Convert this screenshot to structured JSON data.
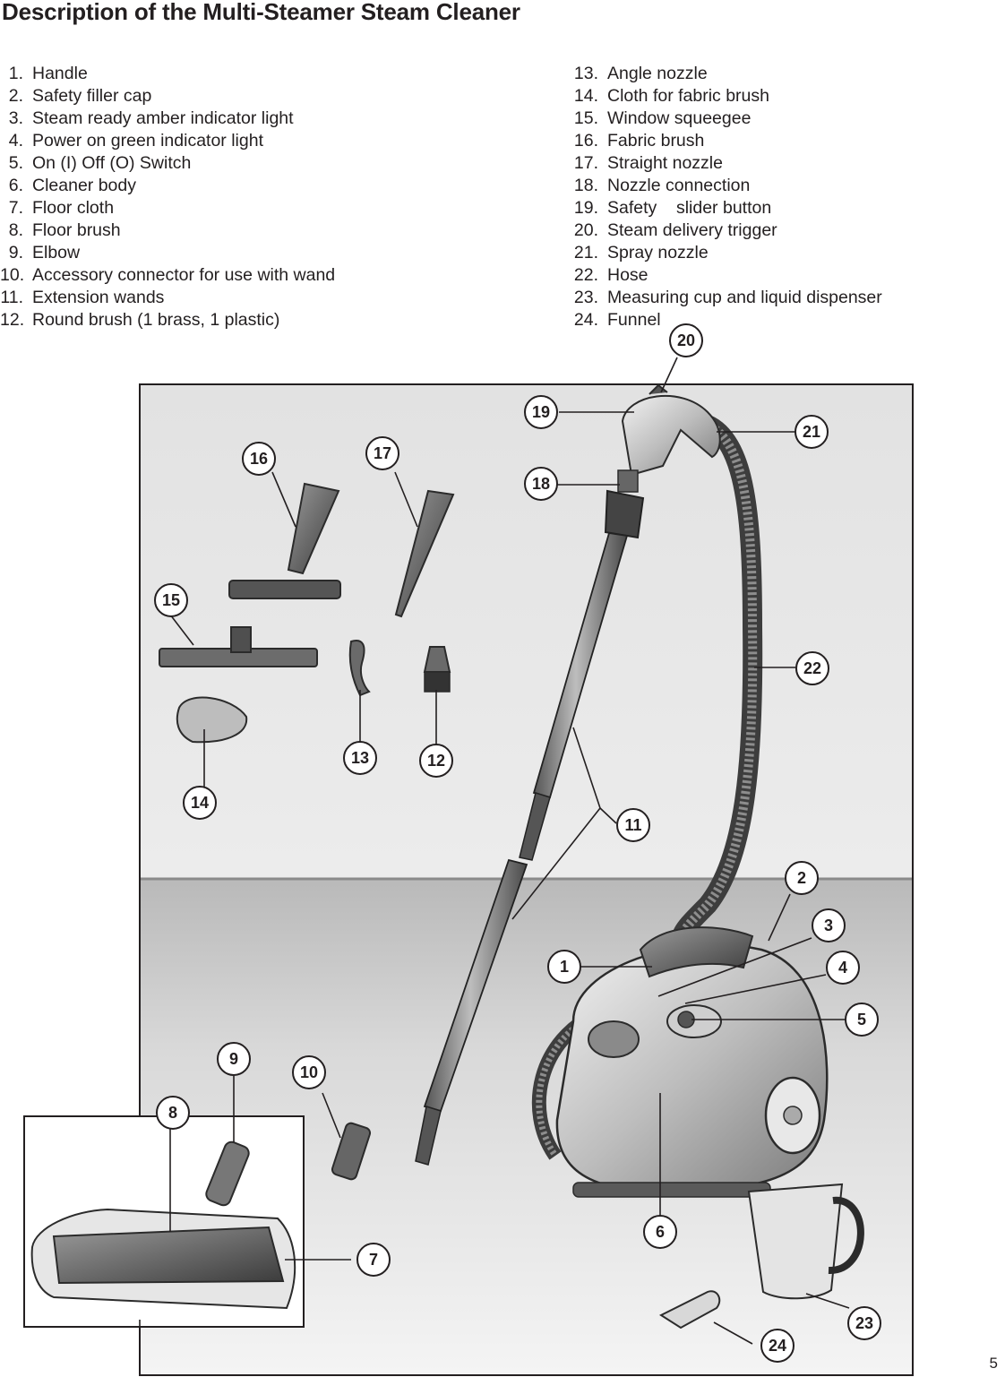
{
  "page": {
    "title": "Description of the Multi-Steamer Steam Cleaner",
    "page_number": "5"
  },
  "parts_left": [
    {
      "num": "1.",
      "label": "Handle"
    },
    {
      "num": "2.",
      "label": "Safety filler cap"
    },
    {
      "num": "3.",
      "label": "Steam ready amber indicator light"
    },
    {
      "num": "4.",
      "label": "Power on green indicator light"
    },
    {
      "num": "5.",
      "label": "On (I) Off (O) Switch"
    },
    {
      "num": "6.",
      "label": "Cleaner body"
    },
    {
      "num": "7.",
      "label": "Floor cloth"
    },
    {
      "num": "8.",
      "label": "Floor brush"
    },
    {
      "num": "9.",
      "label": "Elbow"
    },
    {
      "num": "10.",
      "label": "Accessory connector for use with wand"
    },
    {
      "num": "11.",
      "label": "Extension wands"
    },
    {
      "num": "12.",
      "label": "Round brush (1 brass, 1 plastic)"
    }
  ],
  "parts_right": [
    {
      "num": "13.",
      "label": "Angle nozzle"
    },
    {
      "num": "14.",
      "label": "Cloth for fabric brush"
    },
    {
      "num": "15.",
      "label": "Window squeegee"
    },
    {
      "num": "16.",
      "label": "Fabric brush"
    },
    {
      "num": "17.",
      "label": "Straight nozzle"
    },
    {
      "num": "18.",
      "label": "Nozzle connection"
    },
    {
      "num": "19.",
      "label": "Safety    slider button"
    },
    {
      "num": "20.",
      "label": "Steam delivery trigger"
    },
    {
      "num": "21.",
      "label": "Spray nozzle"
    },
    {
      "num": "22.",
      "label": "Hose"
    },
    {
      "num": "23.",
      "label": "Measuring cup and liquid dispenser"
    },
    {
      "num": "24.",
      "label": "Funnel"
    }
  ],
  "callouts": [
    "1",
    "2",
    "3",
    "4",
    "5",
    "6",
    "7",
    "8",
    "9",
    "10",
    "11",
    "12",
    "13",
    "14",
    "15",
    "16",
    "17",
    "18",
    "19",
    "20",
    "21",
    "22",
    "23",
    "24"
  ]
}
